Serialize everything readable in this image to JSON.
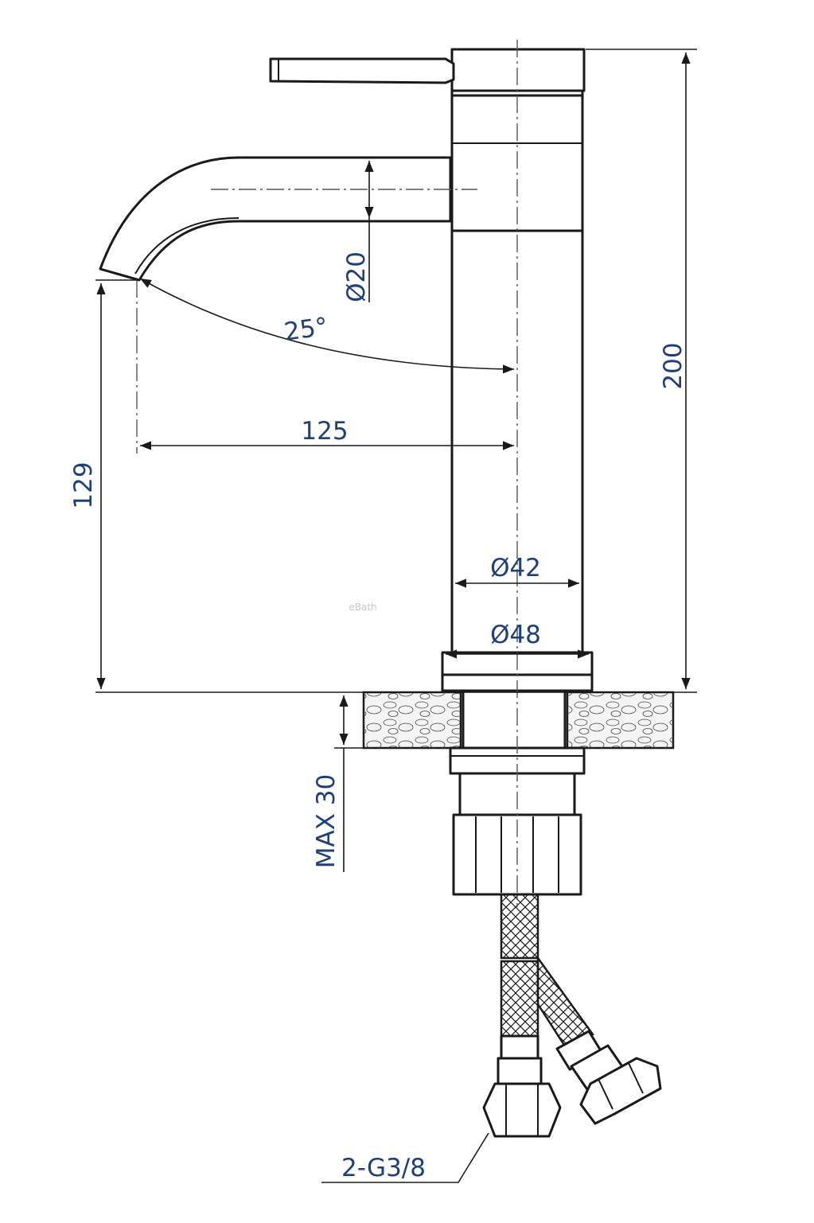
{
  "drawing": {
    "dimensions": {
      "total_height": "200",
      "spout_height": "129",
      "spout_reach": "125",
      "spout_angle": "25°",
      "spout_diameter": "Ø20",
      "body_diameter": "Ø42",
      "base_diameter": "Ø48",
      "counter_thickness": "MAX 30",
      "connection": "2-G3/8"
    },
    "watermark": "eBath",
    "colors": {
      "dimension_text": "#1f3f7a",
      "line": "#1a1a1a"
    }
  }
}
